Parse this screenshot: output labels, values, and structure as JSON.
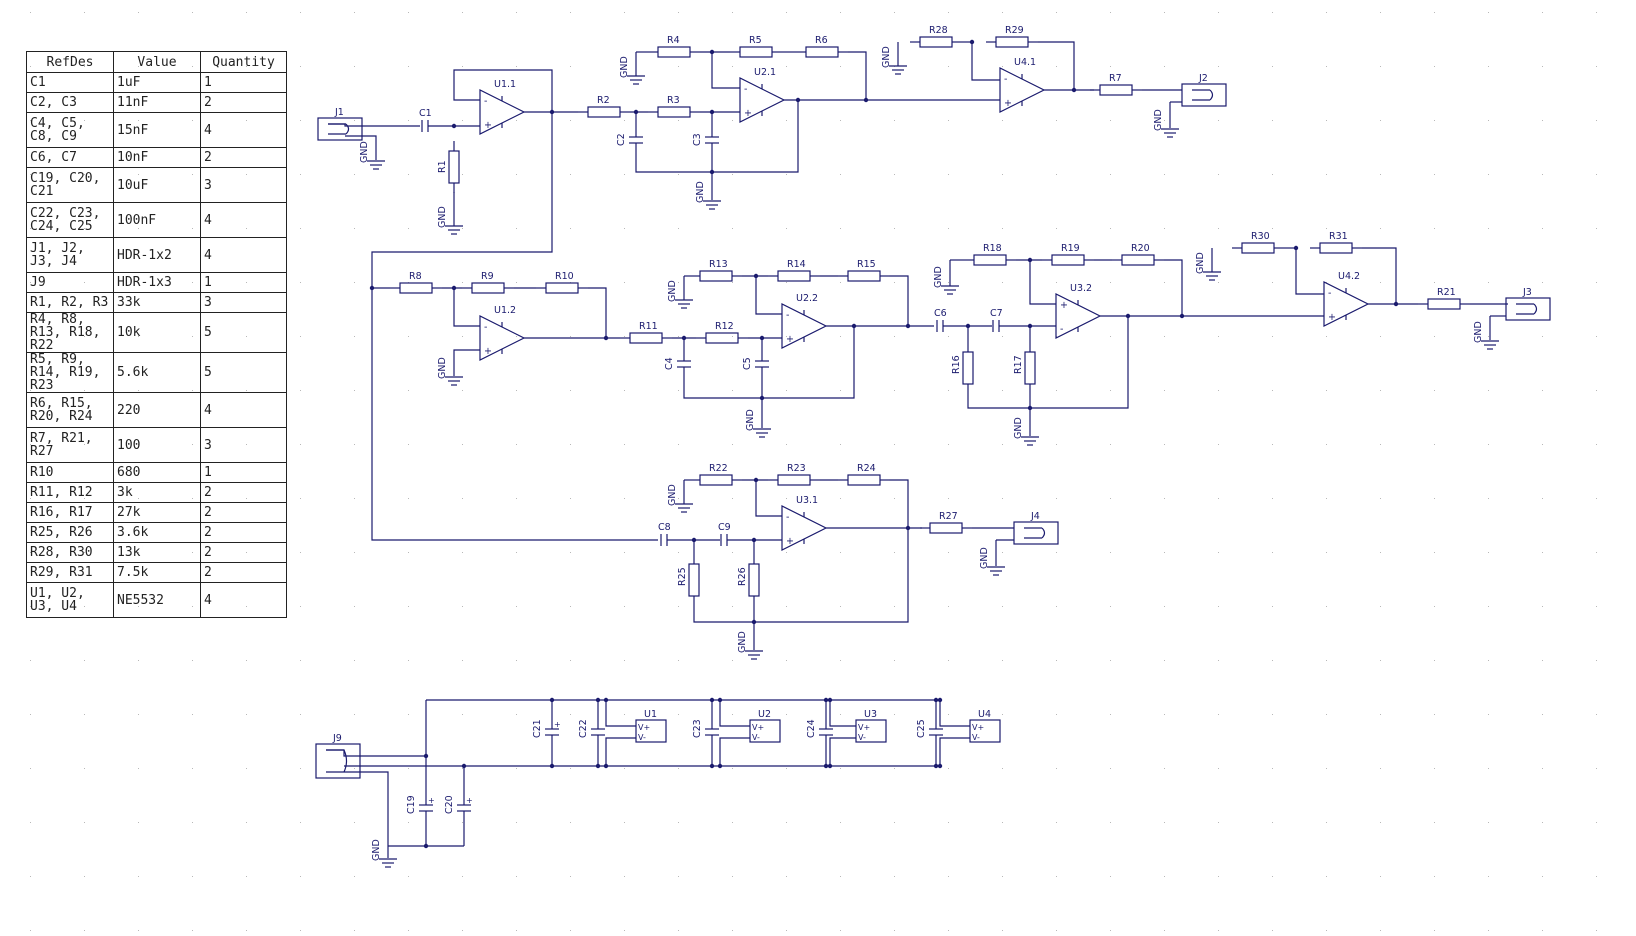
{
  "bom": {
    "headers": [
      "RefDes",
      "Value",
      "Quantity"
    ],
    "rows": [
      {
        "ref": "C1",
        "value": "1uF",
        "qty": "1",
        "tall": false
      },
      {
        "ref": "C2, C3",
        "value": "11nF",
        "qty": "2",
        "tall": false
      },
      {
        "ref": "C4, C5, C8, C9",
        "value": "15nF",
        "qty": "4",
        "tall": true
      },
      {
        "ref": "C6, C7",
        "value": "10nF",
        "qty": "2",
        "tall": false
      },
      {
        "ref": "C19, C20, C21",
        "value": "10uF",
        "qty": "3",
        "tall": true
      },
      {
        "ref": "C22, C23, C24, C25",
        "value": "100nF",
        "qty": "4",
        "tall": true
      },
      {
        "ref": "J1, J2, J3, J4",
        "value": "HDR-1x2",
        "qty": "4",
        "tall": true
      },
      {
        "ref": "J9",
        "value": "HDR-1x3",
        "qty": "1",
        "tall": false
      },
      {
        "ref": "R1, R2, R3",
        "value": "33k",
        "qty": "3",
        "tall": false
      },
      {
        "ref": "R4, R8, R13, R18, R22",
        "value": "10k",
        "qty": "5",
        "tall": true
      },
      {
        "ref": "R5, R9, R14, R19, R23",
        "value": "5.6k",
        "qty": "5",
        "tall": true
      },
      {
        "ref": "R6, R15, R20, R24",
        "value": "220",
        "qty": "4",
        "tall": true
      },
      {
        "ref": "R7, R21, R27",
        "value": "100",
        "qty": "3",
        "tall": true
      },
      {
        "ref": "R10",
        "value": "680",
        "qty": "1",
        "tall": false
      },
      {
        "ref": "R11, R12",
        "value": "3k",
        "qty": "2",
        "tall": false
      },
      {
        "ref": "R16, R17",
        "value": "27k",
        "qty": "2",
        "tall": false
      },
      {
        "ref": "R25, R26",
        "value": "3.6k",
        "qty": "2",
        "tall": false
      },
      {
        "ref": "R28, R30",
        "value": "13k",
        "qty": "2",
        "tall": false
      },
      {
        "ref": "R29, R31",
        "value": "7.5k",
        "qty": "2",
        "tall": false
      },
      {
        "ref": "U1, U2, U3, U4",
        "value": "NE5532",
        "qty": "4",
        "tall": true
      }
    ]
  },
  "schematic": {
    "gnd_label": "GND",
    "connectors": [
      "J1",
      "J2",
      "J3",
      "J4",
      "J9"
    ],
    "opamps": [
      "U1.1",
      "U1.2",
      "U2.1",
      "U2.2",
      "U3.1",
      "U3.2",
      "U4.1",
      "U4.2"
    ],
    "supply_units": [
      "U1",
      "U2",
      "U3",
      "U4"
    ],
    "pin_vplus": "V+",
    "pin_vminus": "V-",
    "resistors": [
      "R1",
      "R2",
      "R3",
      "R4",
      "R5",
      "R6",
      "R7",
      "R8",
      "R9",
      "R10",
      "R11",
      "R12",
      "R13",
      "R14",
      "R15",
      "R16",
      "R17",
      "R18",
      "R19",
      "R20",
      "R21",
      "R22",
      "R23",
      "R24",
      "R25",
      "R26",
      "R27",
      "R28",
      "R29",
      "R30",
      "R31"
    ],
    "capacitors": [
      "C1",
      "C2",
      "C3",
      "C4",
      "C5",
      "C6",
      "C7",
      "C8",
      "C9",
      "C19",
      "C20",
      "C21",
      "C22",
      "C23",
      "C24",
      "C25"
    ]
  }
}
